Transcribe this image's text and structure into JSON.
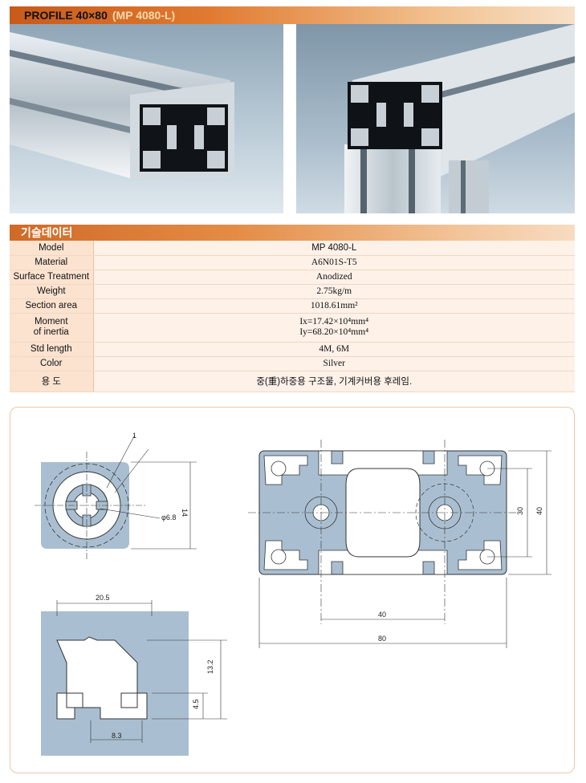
{
  "header": {
    "title": "PROFILE 40×80",
    "model": "(MP 4080-L)"
  },
  "spec_section": {
    "title": "기술데이터"
  },
  "spec_rows": {
    "model": {
      "label": "Model",
      "value": "MP 4080-L"
    },
    "material": {
      "label": "Material",
      "value": "A6N01S-T5"
    },
    "surface": {
      "label": "Surface Treatment",
      "value": "Anodized"
    },
    "weight": {
      "label": "Weight",
      "value": "2.75kg/m"
    },
    "section_area": {
      "label": "Section area",
      "value": "1018.61mm²"
    },
    "moment": {
      "label_line1": "Moment",
      "label_line2": "of inertia",
      "value_line1": "Ix=17.42×10⁴mm⁴",
      "value_line2": "Iy=68.20×10⁴mm⁴"
    },
    "std_length": {
      "label": "Std length",
      "value": "4M, 6M"
    },
    "color": {
      "label": "Color",
      "value": "Silver"
    },
    "usage": {
      "label": "용   도",
      "value": "중(重)하중용 구조물, 기계커버용 후레임."
    }
  },
  "dimensions": {
    "slot_top_width": "1",
    "bore_dia": "φ6.8",
    "core_height": "14",
    "slot_width": "20.5",
    "slot_depth": "13.2",
    "slot_lip": "4.5",
    "slot_opening": "8.3",
    "pitch_x": "40",
    "total_width": "80",
    "inner_height": "30",
    "total_height": "40"
  },
  "colors": {
    "accent": "#d9661f",
    "profile_fill": "#a9bfd1",
    "table_key_bg": "#fbe3d0",
    "table_val_bg": "#fdf1e8"
  }
}
